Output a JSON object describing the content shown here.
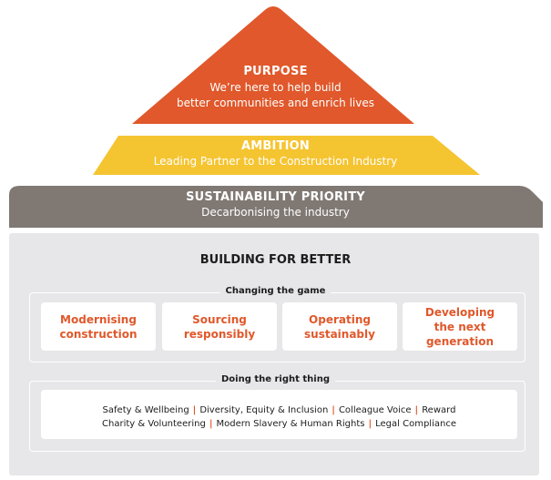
{
  "purpose": {
    "title": "PURPOSE",
    "line1": "We’re here to help build",
    "line2": "better communities and enrich lives"
  },
  "ambition": {
    "title": "AMBITION",
    "subtitle": "Leading Partner to the Construction Industry"
  },
  "sustainability": {
    "title": "SUSTAINABILITY PRIORITY",
    "subtitle": "Decarbonising the industry"
  },
  "base": {
    "title": "BUILDING FOR BETTER"
  },
  "changing": {
    "label": "Changing the game",
    "cards": [
      "Modernising construction",
      "Sourcing responsibly",
      "Operating sustainably",
      "Developing the next generation"
    ]
  },
  "doing": {
    "label": "Doing the right thing",
    "row1": [
      "Safety & Wellbeing",
      "Diversity, Equity & Inclusion",
      "Colleague Voice",
      "Reward"
    ],
    "row2": [
      "Charity & Volunteering",
      "Modern Slavery & Human Rights",
      "Legal Compliance"
    ],
    "separator": "|"
  },
  "colors": {
    "purpose": "#e0582b",
    "ambition": "#f5c431",
    "sustainability": "#7f7873",
    "base_panel": "#e7e6e8",
    "accent_text": "#e0582b"
  }
}
